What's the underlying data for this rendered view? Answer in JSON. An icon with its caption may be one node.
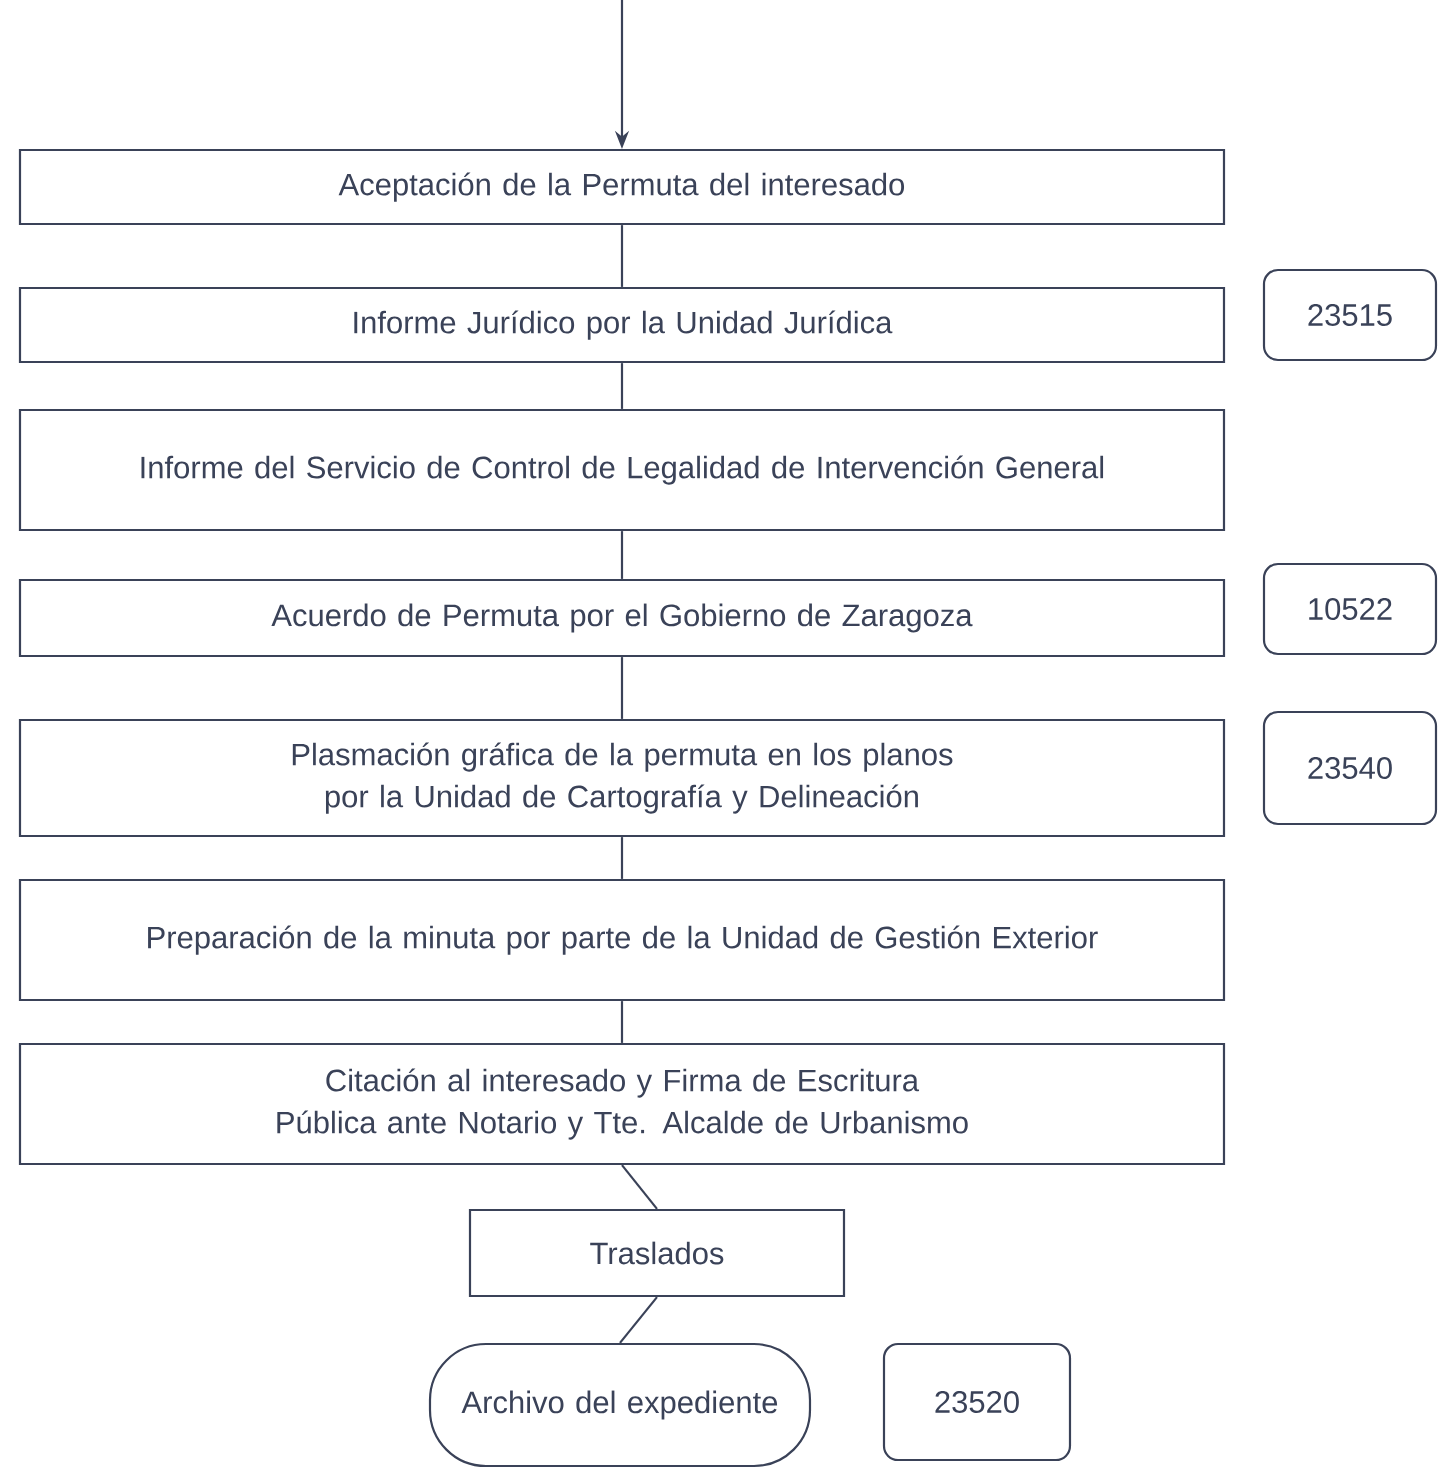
{
  "diagram": {
    "nodes": [
      {
        "text": [
          "Aceptación de la Permuta del interesado"
        ]
      },
      {
        "text": [
          "Informe Jurídico por la Unidad Jurídica"
        ]
      },
      {
        "text": [
          "23515"
        ]
      },
      {
        "text": [
          "Informe del Servicio de Control de Legalidad de Intervención General"
        ]
      },
      {
        "text": [
          "Acuerdo de Permuta por el Gobierno de Zaragoza"
        ]
      },
      {
        "text": [
          "10522"
        ]
      },
      {
        "text": [
          "Plasmación gráfica de la permuta en los planos por la Unidad de Cartografía y Delineación"
        ]
      },
      {
        "text": [
          "23540"
        ]
      },
      {
        "text": [
          "Preparación de la minuta por parte de la Unidad de Gestión Exterior"
        ]
      },
      {
        "text": [
          "Citación al interesado y Firma de Escritura Pública ante Notario y Tte. Alcalde de Urbanismo"
        ]
      },
      {
        "text": [
          "Traslados"
        ]
      },
      {
        "text": [
          "Archivo del expediente"
        ]
      },
      {
        "text": [
          "23520"
        ]
      }
    ],
    "edges": [
      {
        "from": null,
        "to": 0,
        "arrow": "to"
      },
      {
        "from": 0,
        "to": 1,
        "arrow": "none"
      },
      {
        "from": 1,
        "to": 3,
        "arrow": "none"
      },
      {
        "from": 3,
        "to": 4,
        "arrow": "none"
      },
      {
        "from": 4,
        "to": 6,
        "arrow": "none"
      },
      {
        "from": 6,
        "to": 8,
        "arrow": "none"
      },
      {
        "from": 8,
        "to": 9,
        "arrow": "none"
      },
      {
        "from": 9,
        "to": 10,
        "arrow": "none"
      },
      {
        "from": 10,
        "to": 11,
        "arrow": "none"
      }
    ]
  }
}
